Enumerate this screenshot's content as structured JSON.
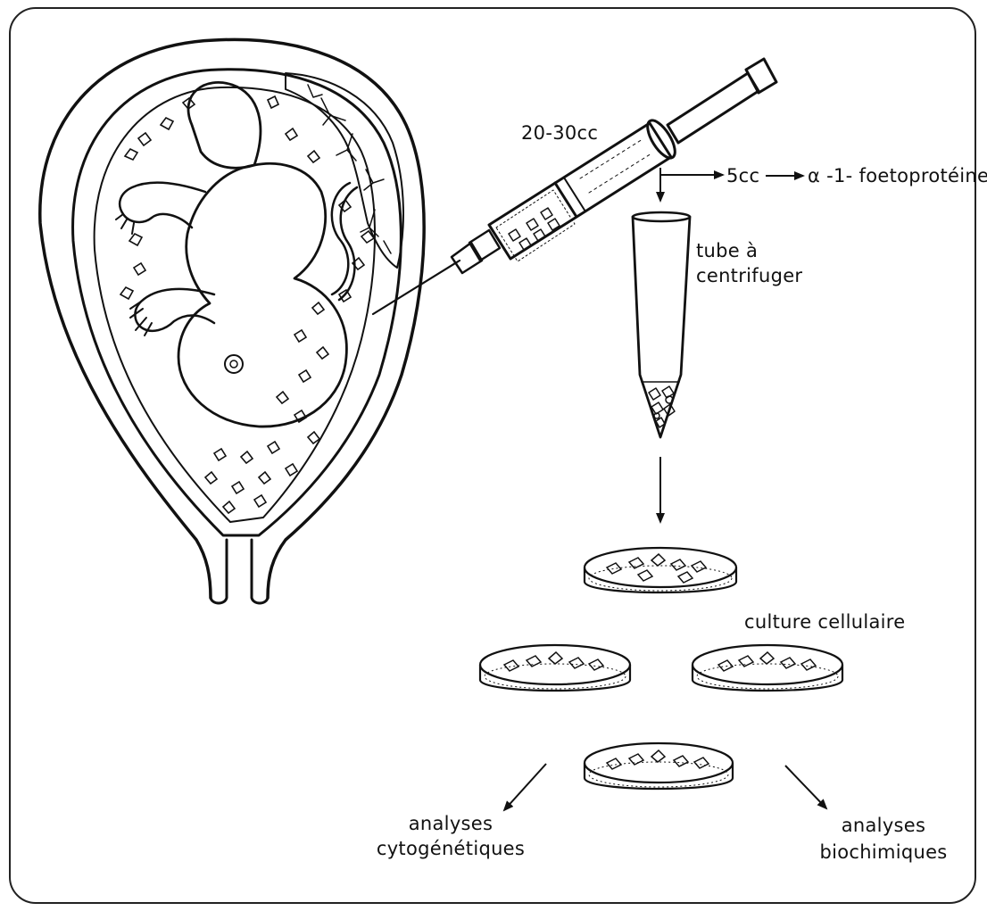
{
  "labels": {
    "volume": "20-30cc",
    "aliquot": "5cc",
    "assay": "α -1- foetoprotéine",
    "tube_line1": "tube à",
    "tube_line2": "centrifuger",
    "culture": "culture cellulaire",
    "cyto_line1": "analyses",
    "cyto_line2": "cytogénétiques",
    "bio_line1": "analyses",
    "bio_line2": "biochimiques"
  },
  "colors": {
    "ink": "#111111",
    "paper": "#ffffff"
  }
}
